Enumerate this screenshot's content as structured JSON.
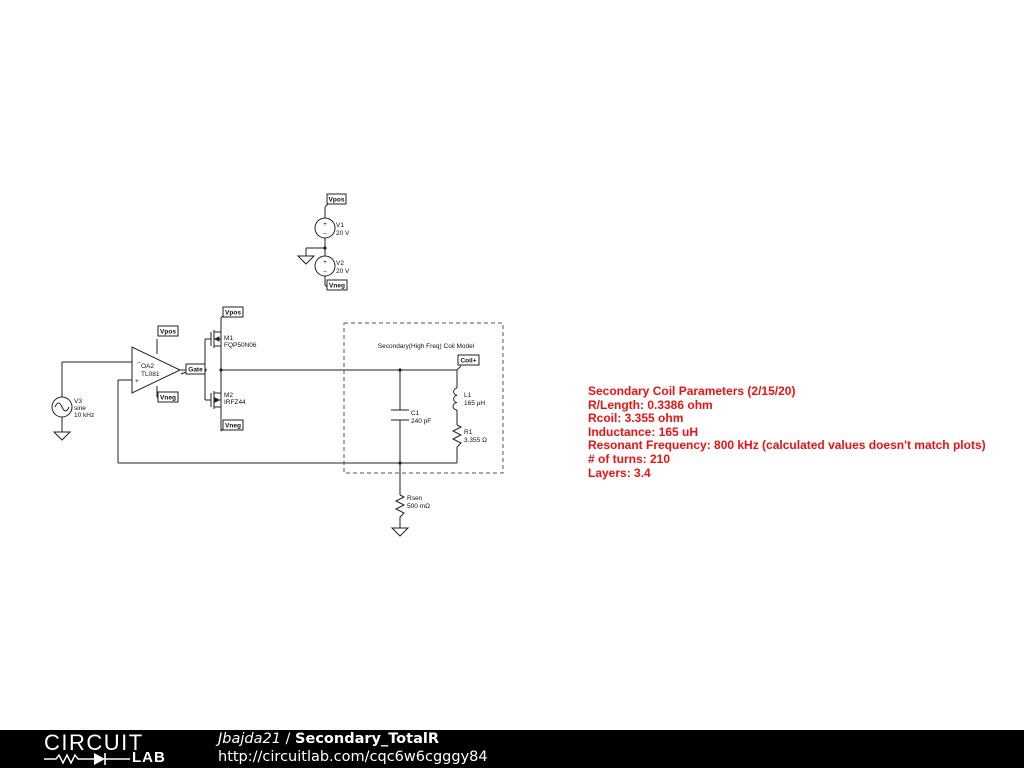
{
  "components": {
    "v1": {
      "name": "V1",
      "value": "20 V"
    },
    "v2": {
      "name": "V2",
      "value": "20 V"
    },
    "v3": {
      "name": "V3",
      "type": "sine",
      "value": "10 kHz"
    },
    "oa2": {
      "name": "OA2",
      "part": "TL081",
      "minus": "−",
      "plus": "+"
    },
    "m1": {
      "name": "M1",
      "part": "FQP50N06"
    },
    "m2": {
      "name": "M2",
      "part": "IRFZ44"
    },
    "c1": {
      "name": "C1",
      "value": "240 pF"
    },
    "l1": {
      "name": "L1",
      "value": "165 µH"
    },
    "r1": {
      "name": "R1",
      "value": "3.355 Ω"
    },
    "rsen": {
      "name": "Rsen",
      "value": "500 mΩ"
    }
  },
  "net_labels": {
    "vpos": "Vpos",
    "vneg": "Vneg",
    "gate": "Gate",
    "coil_plus": "Coil+"
  },
  "box_title": "Secondary(High Freq) Coil Model",
  "notes": [
    "Secondary Coil Parameters (2/15/20)",
    "R/Length: 0.3386 ohm",
    "Rcoil: 3.355 ohm",
    "Inductance: 165 uH",
    "Resonant Frequency: 800 kHz (calculated values doesn't match plots)",
    "# of turns: 210",
    "Layers: 3.4"
  ],
  "footer": {
    "brand_top": "CIRCUIT",
    "brand_bottom": "LAB",
    "author": "Jbajda21",
    "separator": "/",
    "circuit_name": "Secondary_TotalR",
    "url": "http://circuitlab.com/cqc6w6cgggy84"
  },
  "colors": {
    "notes": "#ee1111",
    "footer_bg": "#000000",
    "wire": "#222222"
  }
}
